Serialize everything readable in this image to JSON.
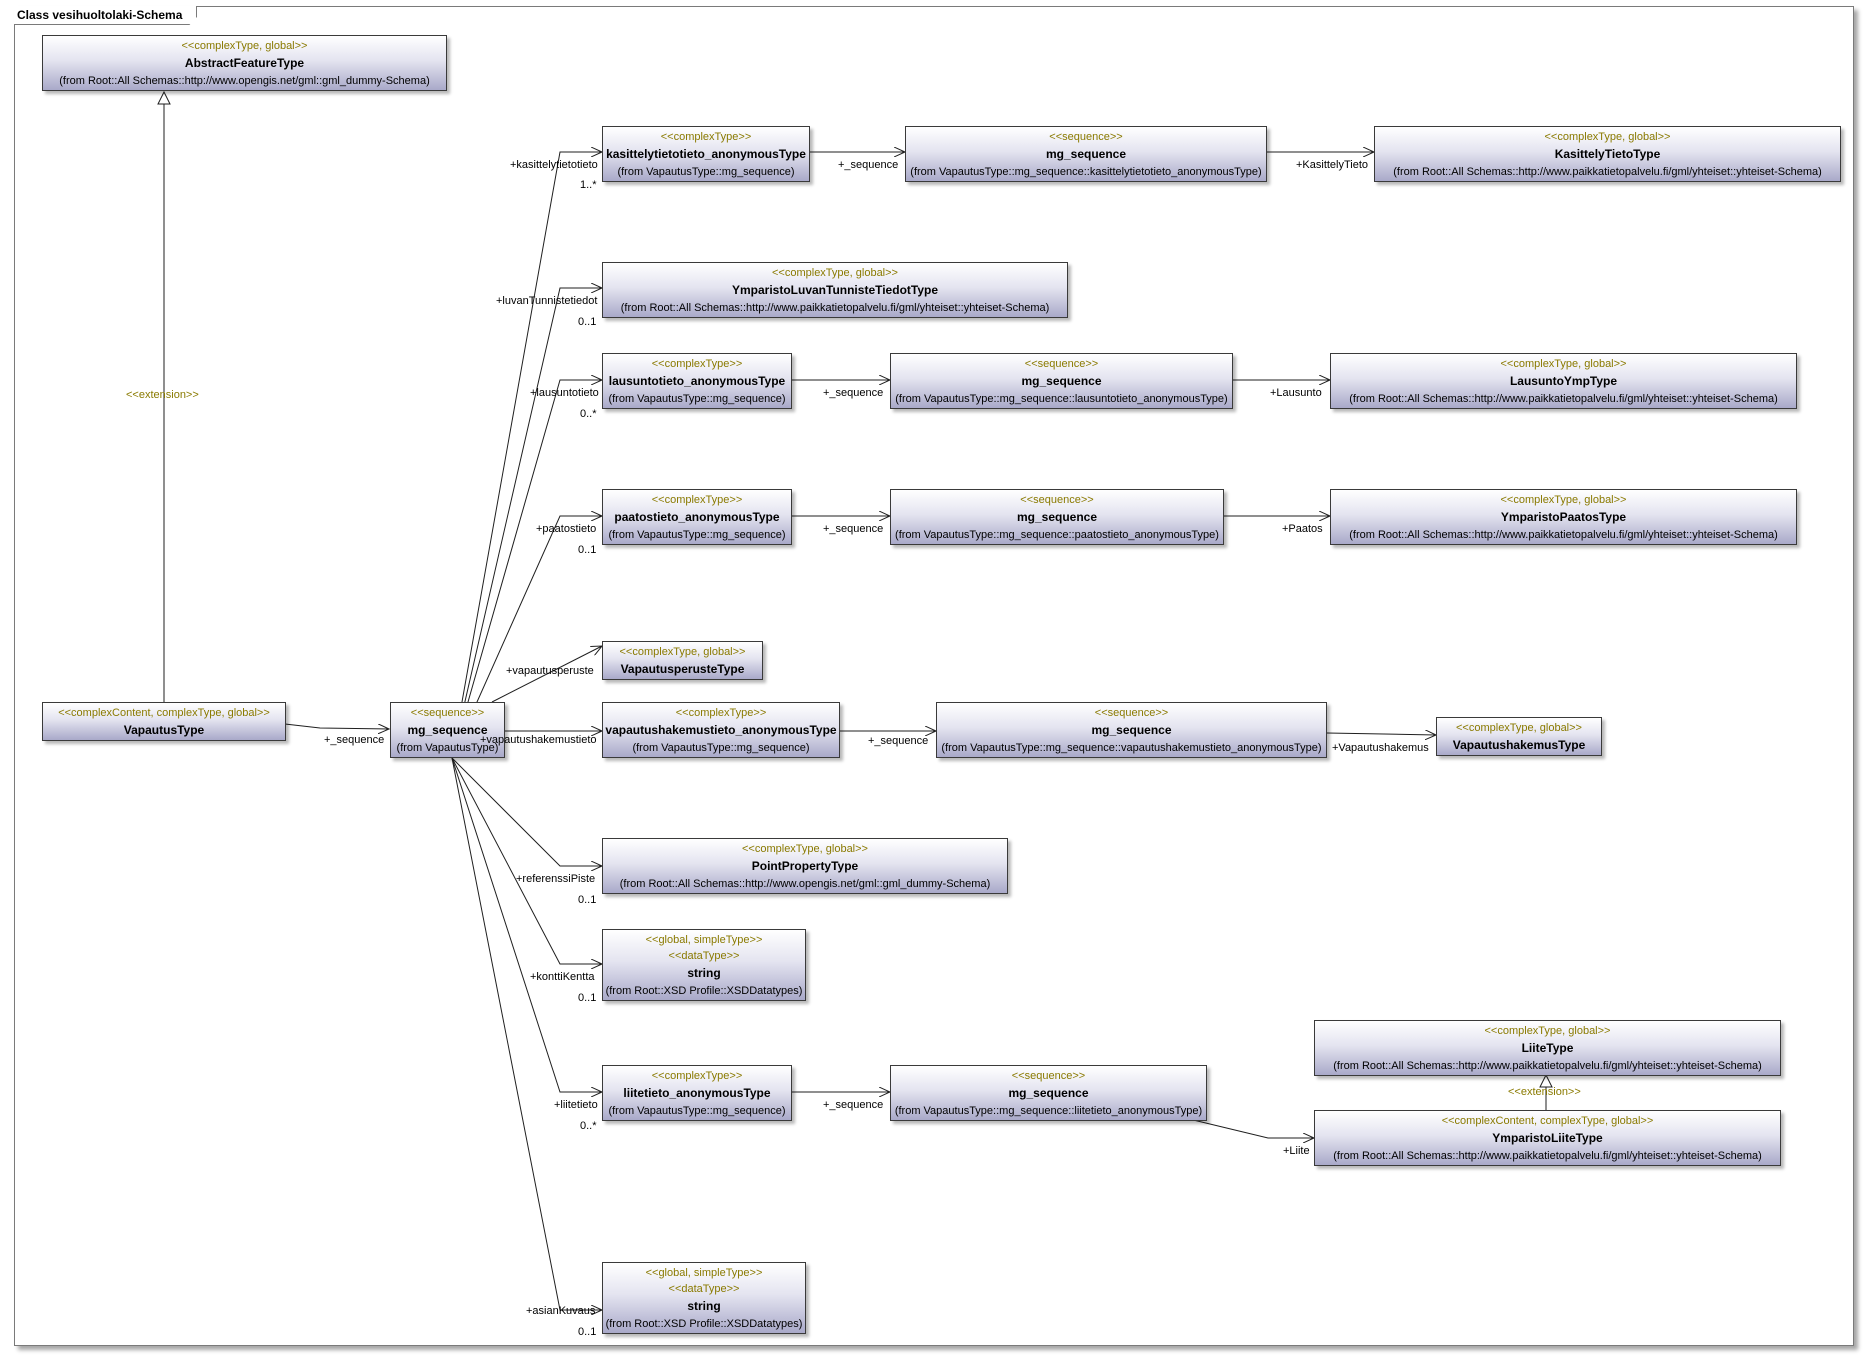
{
  "diagram": {
    "title": "Class vesihuoltolaki-Schema"
  },
  "classes": {
    "abstract_feature": {
      "stereotype": "<<complexType, global>>",
      "name": "AbstractFeatureType",
      "from": "(from Root::All Schemas::http://www.opengis.net/gml::gml_dummy-Schema)"
    },
    "vapautus_type": {
      "stereotype": "<<complexContent, complexType, global>>",
      "name": "VapautusType"
    },
    "mg_sequence_main": {
      "stereotype": "<<sequence>>",
      "name": "mg_sequence",
      "from": "(from VapautusType)"
    },
    "kasittely_anon": {
      "stereotype": "<<complexType>>",
      "name": "kasittelytietotieto_anonymousType",
      "from": "(from VapautusType::mg_sequence)"
    },
    "kasittely_seq": {
      "stereotype": "<<sequence>>",
      "name": "mg_sequence",
      "from": "(from VapautusType::mg_sequence::kasittelytietotieto_anonymousType)"
    },
    "kasittely_tieto_type": {
      "stereotype": "<<complexType, global>>",
      "name": "KasittelyTietoType",
      "from": "(from Root::All Schemas::http://www.paikkatietopalvelu.fi/gml/yhteiset::yhteiset-Schema)"
    },
    "luvan_tunniste": {
      "stereotype": "<<complexType, global>>",
      "name": "YmparistoLuvanTunnisteTiedotType",
      "from": "(from Root::All Schemas::http://www.paikkatietopalvelu.fi/gml/yhteiset::yhteiset-Schema)"
    },
    "lausunto_anon": {
      "stereotype": "<<complexType>>",
      "name": "lausuntotieto_anonymousType",
      "from": "(from VapautusType::mg_sequence)"
    },
    "lausunto_seq": {
      "stereotype": "<<sequence>>",
      "name": "mg_sequence",
      "from": "(from VapautusType::mg_sequence::lausuntotieto_anonymousType)"
    },
    "lausunto_ymp": {
      "stereotype": "<<complexType, global>>",
      "name": "LausuntoYmpType",
      "from": "(from Root::All Schemas::http://www.paikkatietopalvelu.fi/gml/yhteiset::yhteiset-Schema)"
    },
    "paatos_anon": {
      "stereotype": "<<complexType>>",
      "name": "paatostieto_anonymousType",
      "from": "(from VapautusType::mg_sequence)"
    },
    "paatos_seq": {
      "stereotype": "<<sequence>>",
      "name": "mg_sequence",
      "from": "(from VapautusType::mg_sequence::paatostieto_anonymousType)"
    },
    "paatos_type": {
      "stereotype": "<<complexType, global>>",
      "name": "YmparistoPaatosType",
      "from": "(from Root::All Schemas::http://www.paikkatietopalvelu.fi/gml/yhteiset::yhteiset-Schema)"
    },
    "vapautusperuste_type": {
      "stereotype": "<<complexType, global>>",
      "name": "VapautusperusteType"
    },
    "hakemus_anon": {
      "stereotype": "<<complexType>>",
      "name": "vapautushakemustieto_anonymousType",
      "from": "(from VapautusType::mg_sequence)"
    },
    "hakemus_seq": {
      "stereotype": "<<sequence>>",
      "name": "mg_sequence",
      "from": "(from VapautusType::mg_sequence::vapautushakemustieto_anonymousType)"
    },
    "hakemus_type": {
      "stereotype": "<<complexType, global>>",
      "name": "VapautushakemusType"
    },
    "point_property": {
      "stereotype": "<<complexType, global>>",
      "name": "PointPropertyType",
      "from": "(from Root::All Schemas::http://www.opengis.net/gml::gml_dummy-Schema)"
    },
    "string_1": {
      "stereotype": "<<global, simpleType>>",
      "stereotype2": "<<dataType>>",
      "name": "string",
      "from": "(from Root::XSD Profile::XSDDatatypes)"
    },
    "liite_anon": {
      "stereotype": "<<complexType>>",
      "name": "liitetieto_anonymousType",
      "from": "(from VapautusType::mg_sequence)"
    },
    "liite_seq": {
      "stereotype": "<<sequence>>",
      "name": "mg_sequence",
      "from": "(from VapautusType::mg_sequence::liitetieto_anonymousType)"
    },
    "liite_type": {
      "stereotype": "<<complexType, global>>",
      "name": "LiiteType",
      "from": "(from Root::All Schemas::http://www.paikkatietopalvelu.fi/gml/yhteiset::yhteiset-Schema)"
    },
    "ymparisto_liite": {
      "stereotype": "<<complexContent, complexType, global>>",
      "name": "YmparistoLiiteType",
      "from": "(from Root::All Schemas::http://www.paikkatietopalvelu.fi/gml/yhteiset::yhteiset-Schema)"
    },
    "string_2": {
      "stereotype": "<<global, simpleType>>",
      "stereotype2": "<<dataType>>",
      "name": "string",
      "from": "(from Root::XSD Profile::XSDDatatypes)"
    }
  },
  "labels": {
    "extension_main": "<<extension>>",
    "extension_liite": "<<extension>>",
    "seq_vapautus": "+_sequence",
    "role_kasittely": "+kasittelytietotieto",
    "mult_kasittely": "1..*",
    "seq_kasittely": "+_sequence",
    "role_kasittely_tieto": "+KasittelyTieto",
    "role_luvan": "+luvanTunnistetiedot",
    "mult_luvan": "0..1",
    "role_lausunto": "+lausuntotieto",
    "mult_lausunto": "0..*",
    "seq_lausunto": "+_sequence",
    "role_lausunto_ymp": "+Lausunto",
    "role_paatos": "+paatostieto",
    "mult_paatos": "0..1",
    "seq_paatos": "+_sequence",
    "role_paatos_type": "+Paatos",
    "role_vapautusperuste": "+vapautusperuste",
    "role_hakemus": "+vapautushakemustieto",
    "seq_hakemus": "+_sequence",
    "role_hakemus_type": "+Vapautushakemus",
    "role_referenssi": "+referenssiPiste",
    "mult_referenssi": "0..1",
    "role_kontti": "+konttiKentta",
    "mult_kontti": "0..1",
    "role_liite": "+liitetieto",
    "mult_liite": "0..*",
    "seq_liite": "+_sequence",
    "role_liite_type": "+Liite",
    "role_asian": "+asianKuvaus",
    "mult_asian": "0..1"
  }
}
